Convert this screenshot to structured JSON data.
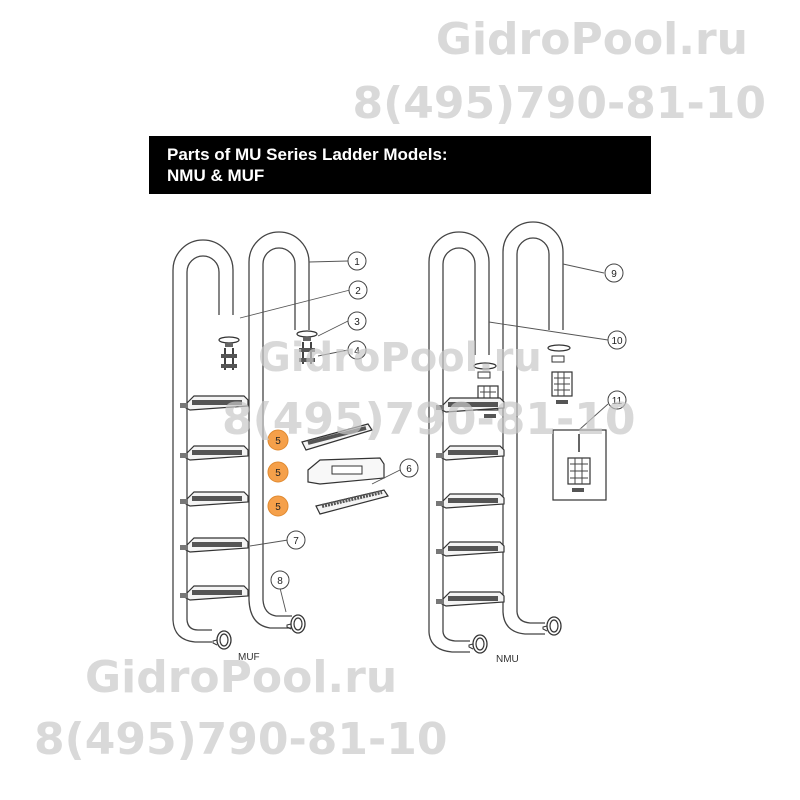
{
  "watermark": {
    "site": "GidroPool.ru",
    "phone": "8(495)790-81-10"
  },
  "header": {
    "line1": "Parts of MU Series Ladder Models:",
    "line2": "NMU & MUF"
  },
  "models": {
    "left": "MUF",
    "right": "NMU"
  },
  "callouts": {
    "c1": "1",
    "c2": "2",
    "c3": "3",
    "c4": "4",
    "c5a": "5",
    "c5b": "5",
    "c5c": "5",
    "c6": "6",
    "c7": "7",
    "c8": "8",
    "c9": "9",
    "c10": "10",
    "c11": "11"
  },
  "colors": {
    "highlight": "#f5a04a",
    "line": "#444444",
    "header_bg": "#000000"
  }
}
